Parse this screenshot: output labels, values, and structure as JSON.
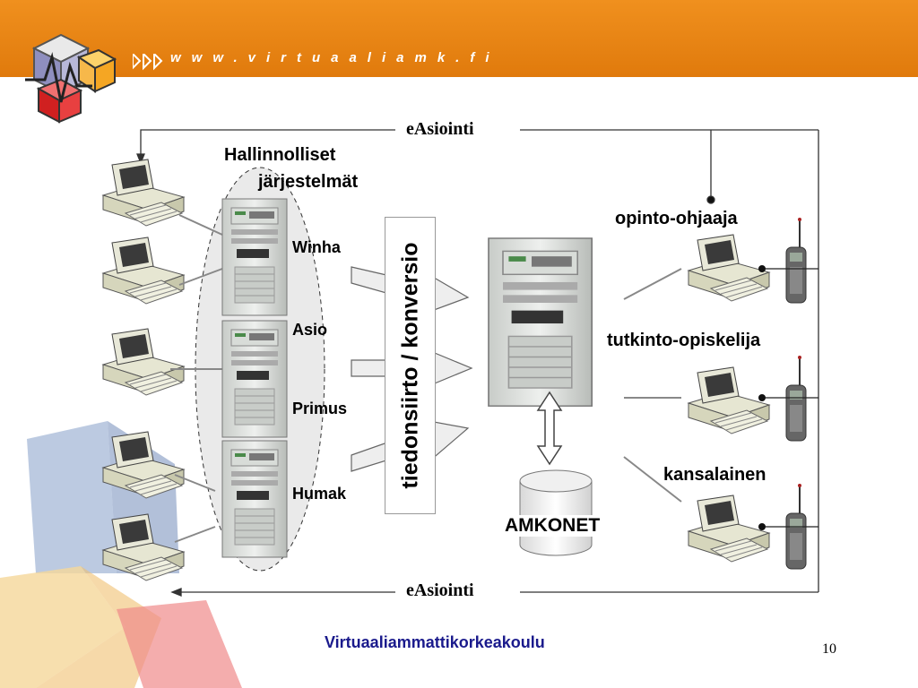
{
  "header": {
    "url": "www.virtuaaliamk.fi"
  },
  "diagram": {
    "top_label": "eAsiointi",
    "bottom_label": "eAsiointi",
    "systems_title_line1": "Hallinnolliset",
    "systems_title_line2": "järjestelmät",
    "systems": [
      "Winha",
      "Asio",
      "Primus",
      "Humak"
    ],
    "transfer_label": "tiedonsiirto / konversio",
    "database_label": "AMKONET",
    "user_groups": [
      "opinto-ohjaaja",
      "tutkinto-opiskelija",
      "kansalainen"
    ]
  },
  "footer": {
    "organization": "Virtuaaliammattikorkeakoulu",
    "page_number": "10"
  },
  "colors": {
    "banner": "#e8850f",
    "footer_text": "#1a1a8c",
    "decor_blue": "#9fb3d4",
    "decor_yellow": "#f5d79a",
    "decor_pink": "#f08a8a"
  }
}
